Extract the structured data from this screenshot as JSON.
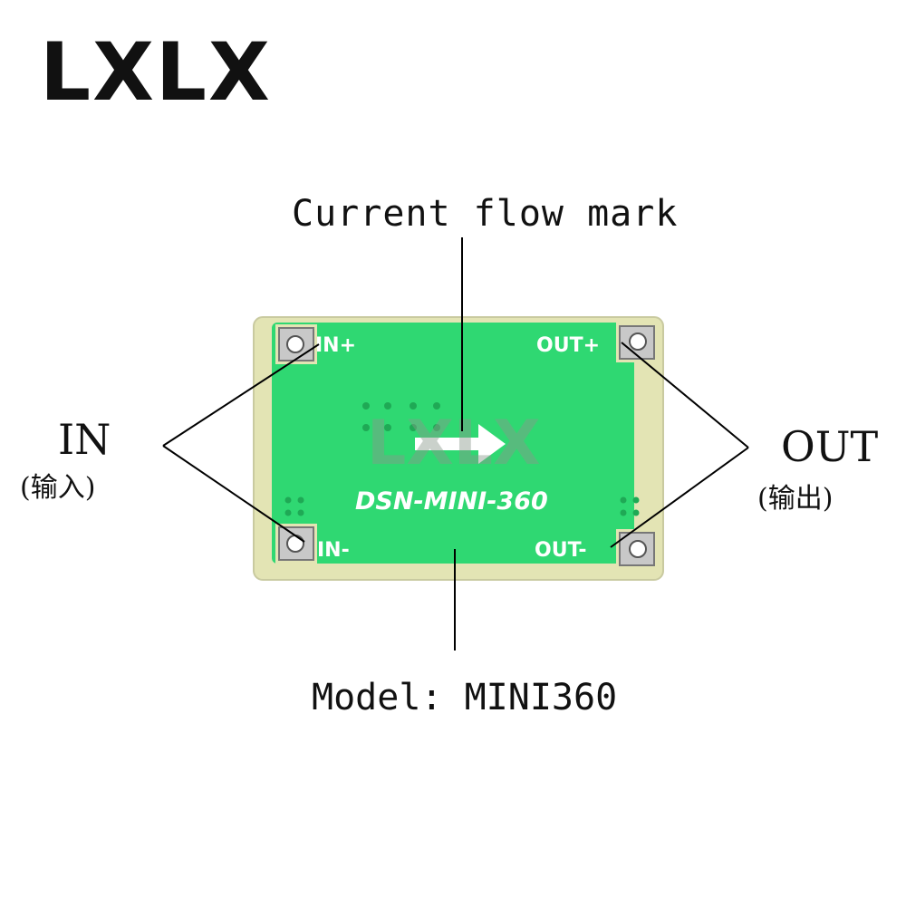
{
  "brand": "LXLX",
  "labels": {
    "current_flow": "Current flow mark",
    "model": "Model: MINI360",
    "in": "IN",
    "in_sub": "(输入)",
    "out": "OUT",
    "out_sub": "(输出)"
  },
  "board": {
    "pin_in_plus": "IN+",
    "pin_in_minus": "IN-",
    "pin_out_plus": "OUT+",
    "pin_out_minus": "OUT-",
    "model_print": "DSN-MINI-360",
    "watermark": "LXLX"
  },
  "colors": {
    "pcb": "#2fd872",
    "pcb_edge": "#e3e4b4",
    "silkscreen": "#ffffff",
    "pad": "#c8c8c8"
  },
  "icons": [
    "arrow-right-icon"
  ]
}
